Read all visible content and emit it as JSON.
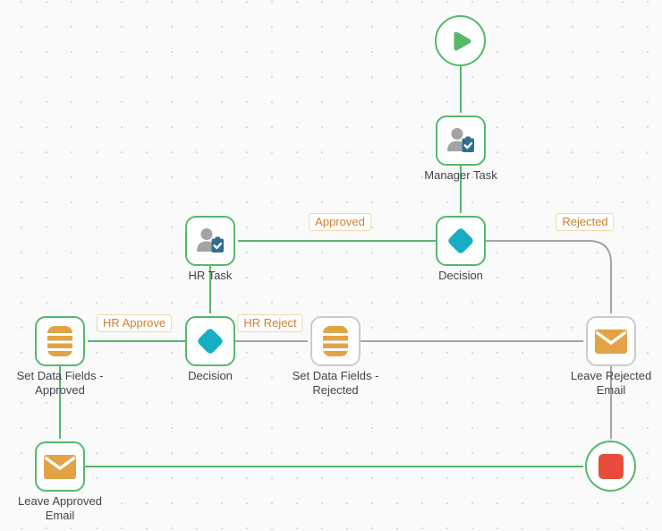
{
  "diagram": {
    "nodes": {
      "start": {
        "icon": "play-icon"
      },
      "manager_task": {
        "label": "Manager Task",
        "icon": "user-task-icon"
      },
      "decision_1": {
        "label": "Decision",
        "icon": "diamond-icon"
      },
      "hr_task": {
        "label": "HR Task",
        "icon": "user-task-icon"
      },
      "decision_2": {
        "label": "Decision",
        "icon": "diamond-icon"
      },
      "set_data_fields_approved": {
        "label": "Set Data Fields - Approved",
        "icon": "data-fields-icon"
      },
      "set_data_fields_rejected": {
        "label": "Set Data Fields - Rejected",
        "icon": "data-fields-icon"
      },
      "leave_rejected_email": {
        "label": "Leave Rejected Email",
        "icon": "envelope-icon"
      },
      "leave_approved_email": {
        "label": "Leave Approved Email",
        "icon": "envelope-icon"
      },
      "end": {
        "icon": "stop-icon"
      }
    },
    "edge_labels": {
      "approved": "Approved",
      "rejected": "Rejected",
      "hr_approve": "HR Approve",
      "hr_reject": "HR Reject"
    },
    "colors": {
      "flow_green": "#55b96b",
      "flow_gray": "#a5a5a5",
      "node_gray_border": "#cbcbcb",
      "gateway_cyan": "#17aec4",
      "icon_orange": "#e2a347",
      "edge_label_orange": "#cf7f2a",
      "end_red": "#e74c3c",
      "label_text": "#41454e",
      "canvas_bg": "#fafafa"
    }
  }
}
